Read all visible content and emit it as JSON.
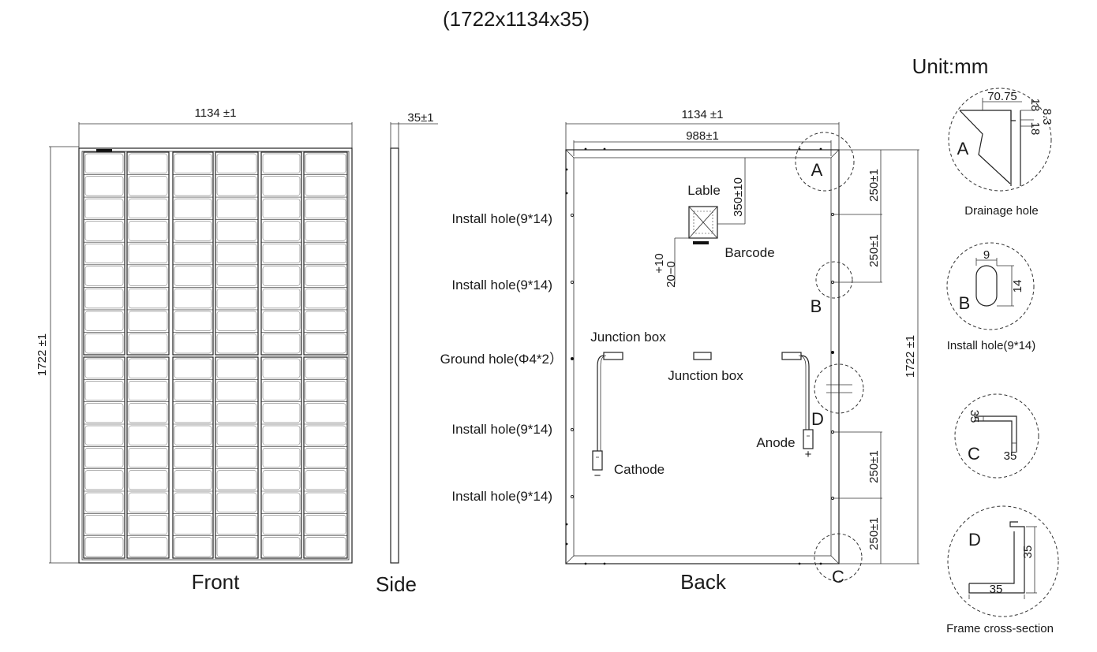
{
  "header": {
    "size_label": "(1722x1134x35)",
    "unit_label": "Unit:mm"
  },
  "views": {
    "front": "Front",
    "side": "Side",
    "back": "Back"
  },
  "dimensions": {
    "front_width": "1134 ±1",
    "front_height": "1722 ±1",
    "side_thickness": "35±1",
    "back_width": "1134 ±1",
    "back_inner_width": "988±1",
    "back_height": "1722 ±1",
    "label_offset": "350±10",
    "barcode_offset_top": "+10",
    "barcode_offset_bottom": "20−0",
    "hole_spacing_1": "250±1",
    "hole_spacing_2": "250±1",
    "hole_spacing_3": "250±1",
    "hole_spacing_4": "250±1"
  },
  "back_labels": {
    "install_hole_1": "Install hole(9*14)",
    "install_hole_2": "Install hole(9*14)",
    "ground_hole": "Ground hole(Φ4*2）",
    "install_hole_3": "Install hole(9*14)",
    "install_hole_4": "Install hole(9*14)",
    "lable": "Lable",
    "barcode": "Barcode",
    "junction_box_left": "Junction box",
    "junction_box_center": "Junction box",
    "anode": "Anode",
    "cathode": "Cathode",
    "marker_a": "A",
    "marker_b": "B",
    "marker_c": "C",
    "marker_d": "D",
    "plus_sign": "+",
    "minus_sign": "−"
  },
  "details": [
    {
      "letter": "A",
      "caption": "Drainage hole",
      "dims": [
        "70.75",
        "18",
        "8.3",
        "18"
      ]
    },
    {
      "letter": "B",
      "caption": "Install hole(9*14)",
      "dims": [
        "9",
        "14"
      ]
    },
    {
      "letter": "C",
      "caption": "",
      "dims": [
        "35",
        "35"
      ]
    },
    {
      "letter": "D",
      "caption": "Frame cross-section",
      "dims": [
        "35",
        "35"
      ]
    }
  ]
}
